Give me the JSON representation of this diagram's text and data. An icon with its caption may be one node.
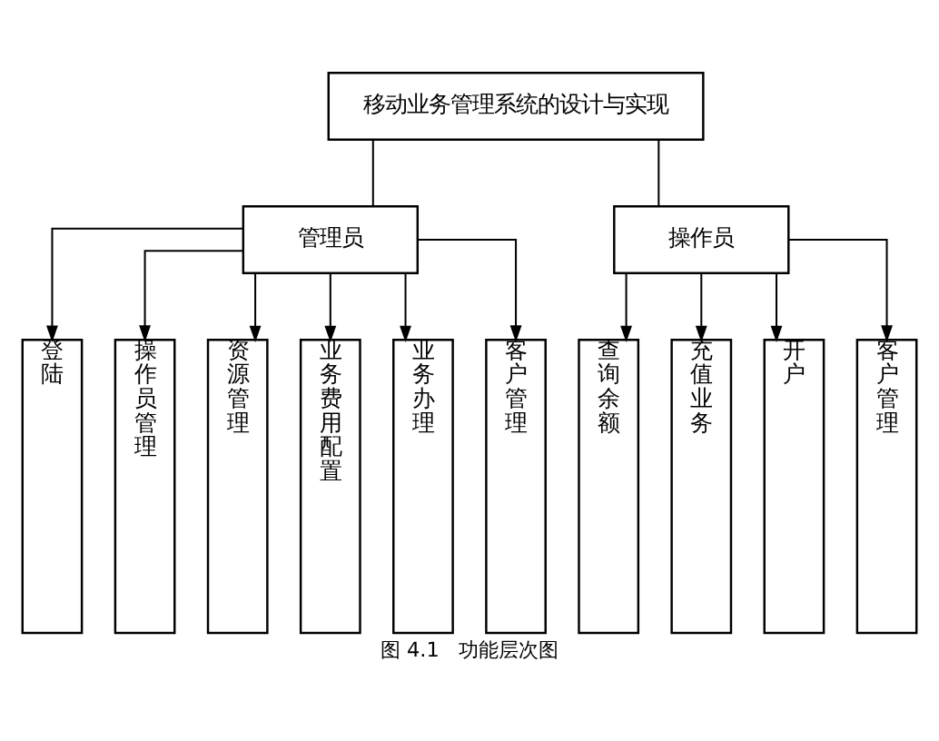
{
  "diagram": {
    "caption": "图 4.1   功能层次图",
    "nodes": [
      {
        "text": [
          "移动业务管理系统的设计与实现"
        ]
      },
      {
        "text": [
          "管理员"
        ]
      },
      {
        "text": [
          "操作员"
        ]
      },
      {
        "text": [
          "登陆"
        ]
      },
      {
        "text": [
          "操作员管理"
        ]
      },
      {
        "text": [
          "资源管理"
        ]
      },
      {
        "text": [
          "业务费用配置"
        ]
      },
      {
        "text": [
          "业务办理"
        ]
      },
      {
        "text": [
          "客户管理"
        ]
      },
      {
        "text": [
          "查询余额"
        ]
      },
      {
        "text": [
          "充值业务"
        ]
      },
      {
        "text": [
          "开户"
        ]
      },
      {
        "text": [
          "客户管理"
        ]
      }
    ],
    "edges": [
      {
        "from": 0,
        "to": 1,
        "arrow": "none"
      },
      {
        "from": 0,
        "to": 2,
        "arrow": "none"
      },
      {
        "from": 1,
        "to": 3,
        "arrow": "to"
      },
      {
        "from": 1,
        "to": 4,
        "arrow": "to"
      },
      {
        "from": 1,
        "to": 5,
        "arrow": "to"
      },
      {
        "from": 1,
        "to": 6,
        "arrow": "to"
      },
      {
        "from": 1,
        "to": 7,
        "arrow": "to"
      },
      {
        "from": 1,
        "to": 8,
        "arrow": "to"
      },
      {
        "from": 2,
        "to": 9,
        "arrow": "to"
      },
      {
        "from": 2,
        "to": 10,
        "arrow": "to"
      },
      {
        "from": 2,
        "to": 11,
        "arrow": "to"
      },
      {
        "from": 2,
        "to": 12,
        "arrow": "to"
      }
    ]
  }
}
